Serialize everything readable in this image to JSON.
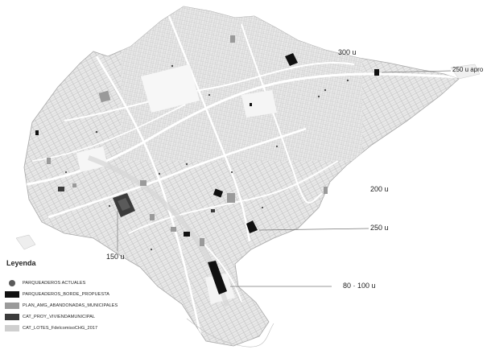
{
  "annotations": [
    {
      "text": "300 u"
    },
    {
      "text": "250 u apro"
    },
    {
      "text": "200 u"
    },
    {
      "text": "250 u"
    },
    {
      "text": "150 u"
    },
    {
      "text": "80 · 100 u"
    }
  ],
  "legend": {
    "title": "Leyenda",
    "items": [
      {
        "label": "PARQUEADEROS ACTUALES",
        "color": "#5a5a5a",
        "shape": "dot"
      },
      {
        "label": "PARQUEADEROS_BORDE_PROPUESTA",
        "color": "#111111",
        "shape": "rect"
      },
      {
        "label": "PLAN_AMG_ABANDONADAS_MUNICIPALES",
        "color": "#9a9a9a",
        "shape": "rect"
      },
      {
        "label": "CAT_PROY_VIVIENDAMUNICIPAL",
        "color": "#3c3c3c",
        "shape": "rect"
      },
      {
        "label": "CAT_LOTES_FdelcomisoCHG_2017",
        "color": "#cfcfcf",
        "shape": "rect"
      }
    ]
  },
  "colors": {
    "background": "#ffffff",
    "lots": "#e6e6e6",
    "lot_edges": "#b9b9b9",
    "streets": "#ffffff",
    "callout_lines": "#777777",
    "proposed_parking": "#111111",
    "abandoned_municipal": "#9a9a9a",
    "municipal_housing": "#3c3c3c"
  }
}
